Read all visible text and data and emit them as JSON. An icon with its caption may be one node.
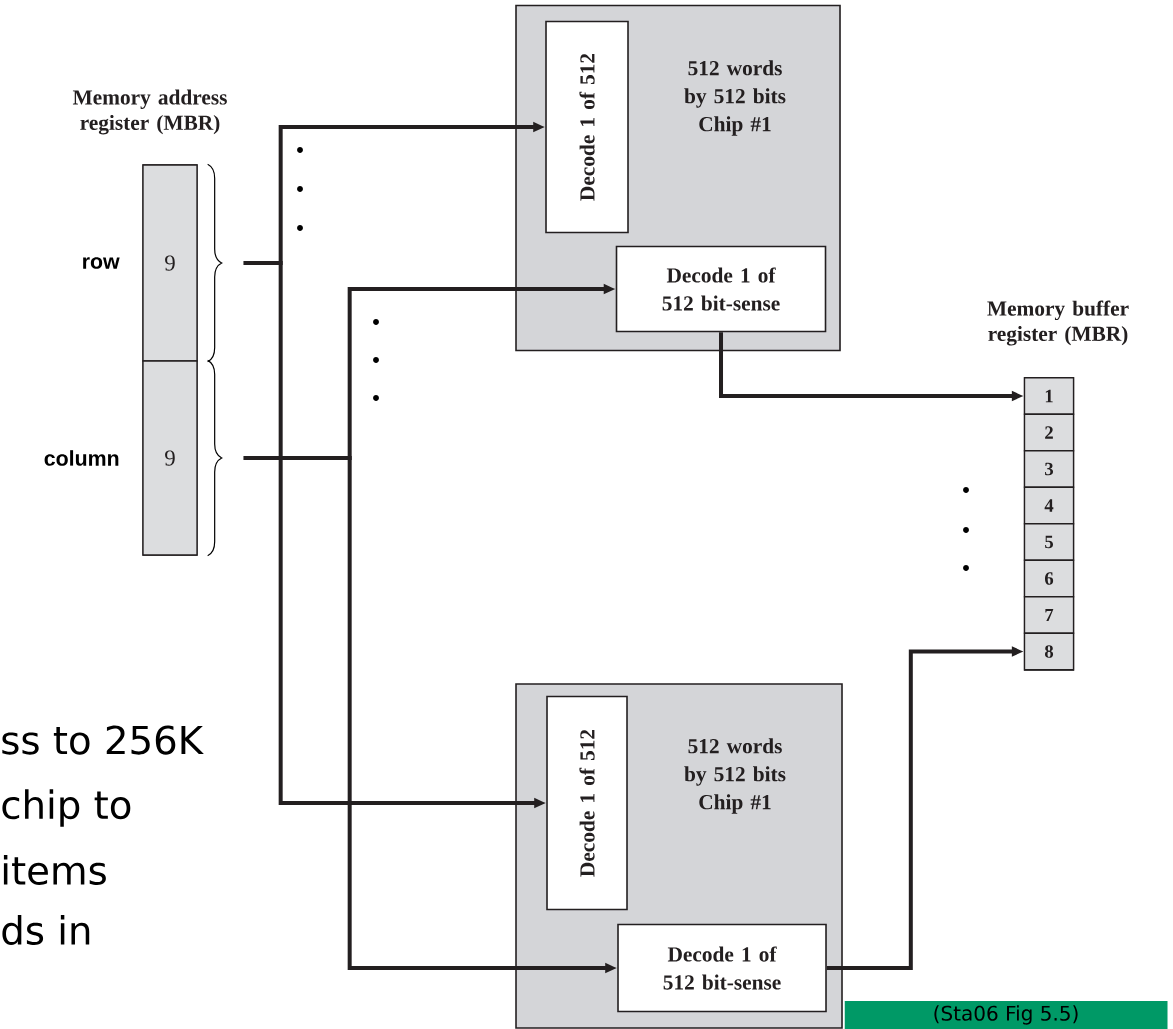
{
  "diagram": {
    "nodes": [
      {
        "text": [
          "Memory address register (MBR)"
        ]
      },
      {
        "text": [
          "9"
        ],
        "in": 0,
        "beside": [
          "row"
        ]
      },
      {
        "text": [
          "9"
        ],
        "in": 0,
        "beside": [
          "column"
        ]
      },
      {
        "text": [
          "512 words by 512 bits Chip #1"
        ]
      },
      {
        "text": [
          "Decode 1 of 512"
        ],
        "in": 3
      },
      {
        "text": [
          "Decode 1 of 512 bit-sense"
        ],
        "in": 3
      },
      {
        "text": [
          "512 words by 512 bits Chip #1"
        ]
      },
      {
        "text": [
          "Decode 1 of 512"
        ],
        "in": 6
      },
      {
        "text": [
          "Decode 1 of 512 bit-sense"
        ],
        "in": 6
      },
      {
        "text": [
          "Memory buffer register (MBR)"
        ]
      },
      {
        "text": [
          "1"
        ],
        "in": 9
      },
      {
        "text": [
          "2"
        ],
        "in": 9
      },
      {
        "text": [
          "3"
        ],
        "in": 9
      },
      {
        "text": [
          "4"
        ],
        "in": 9
      },
      {
        "text": [
          "5"
        ],
        "in": 9
      },
      {
        "text": [
          "6"
        ],
        "in": 9
      },
      {
        "text": [
          "7"
        ],
        "in": 9
      },
      {
        "text": [
          "8"
        ],
        "in": 9
      },
      {
        "text": [
          "(Sta06 Fig 5.5)"
        ]
      }
    ],
    "edges": [
      {
        "from": 1,
        "to": 4,
        "arrow": "to"
      },
      {
        "from": 1,
        "to": 7,
        "arrow": "to"
      },
      {
        "from": 2,
        "to": 5,
        "arrow": "to"
      },
      {
        "from": 2,
        "to": 8,
        "arrow": "to"
      },
      {
        "from": 5,
        "to": 10,
        "arrow": "to"
      },
      {
        "from": 8,
        "to": 17,
        "arrow": "to"
      }
    ],
    "labels": [
      "ss to 256K",
      "chip to",
      "items",
      "ds in"
    ]
  }
}
